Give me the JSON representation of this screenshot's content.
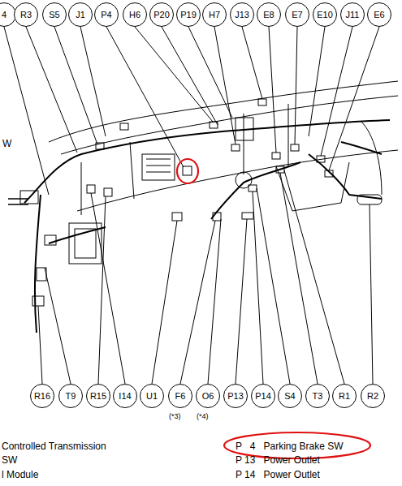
{
  "diagram": {
    "nodes": [
      {
        "text": [
          "4"
        ]
      },
      {
        "text": [
          "R3"
        ]
      },
      {
        "text": [
          "S5"
        ]
      },
      {
        "text": [
          "J1"
        ]
      },
      {
        "text": [
          "P4"
        ]
      },
      {
        "text": [
          "H6"
        ]
      },
      {
        "text": [
          "P20"
        ]
      },
      {
        "text": [
          "P19"
        ]
      },
      {
        "text": [
          "H7"
        ]
      },
      {
        "text": [
          "J13"
        ]
      },
      {
        "text": [
          "E8"
        ]
      },
      {
        "text": [
          "E7"
        ]
      },
      {
        "text": [
          "E10"
        ]
      },
      {
        "text": [
          "J11"
        ]
      },
      {
        "text": [
          "E6"
        ]
      },
      {
        "text": [
          "R16"
        ]
      },
      {
        "text": [
          "T9"
        ]
      },
      {
        "text": [
          "R15"
        ]
      },
      {
        "text": [
          "I14"
        ]
      },
      {
        "text": [
          "U1"
        ]
      },
      {
        "text": [
          "F6"
        ]
      },
      {
        "text": [
          "O6"
        ]
      },
      {
        "text": [
          "P13"
        ]
      },
      {
        "text": [
          "P14"
        ]
      },
      {
        "text": [
          "S4"
        ]
      },
      {
        "text": [
          "T3"
        ]
      },
      {
        "text": [
          "R1"
        ]
      },
      {
        "text": [
          "R2"
        ]
      }
    ],
    "labels": [
      "W",
      "(*3)",
      "(*4)",
      "Controlled Transmission",
      "SW",
      "l Module",
      "P   4   Parking Brake SW",
      "P 13   Power Outlet",
      "P 14   Power Outlet"
    ]
  }
}
